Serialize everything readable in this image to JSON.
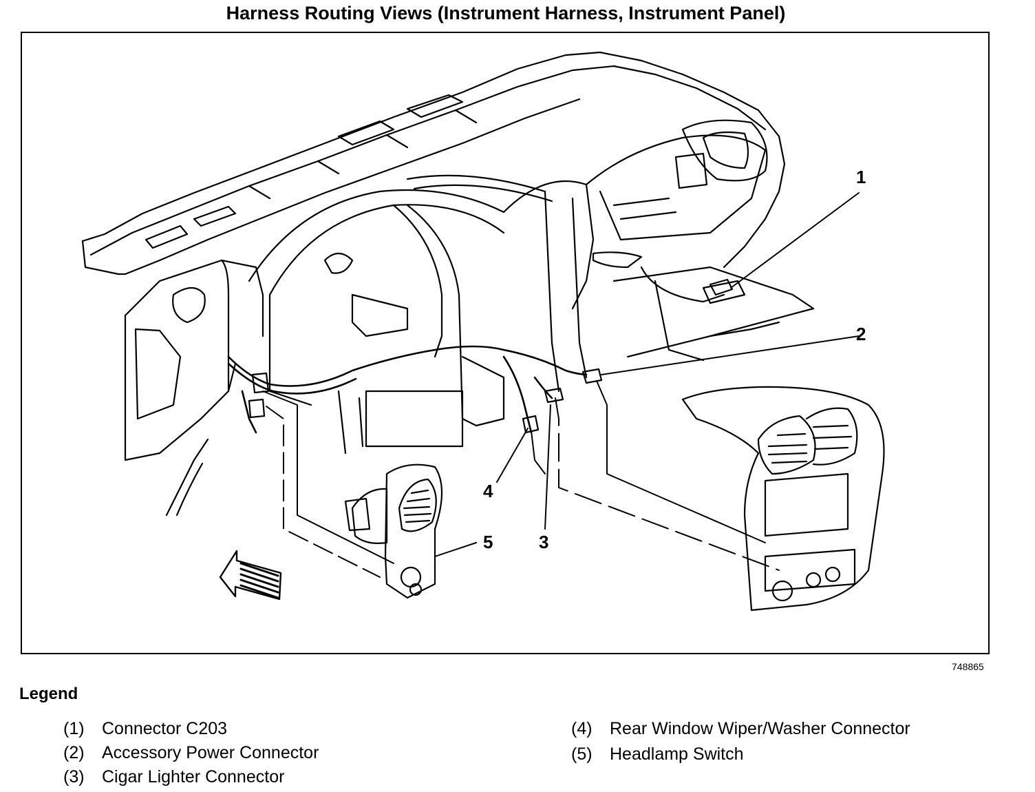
{
  "title": "Harness Routing Views (Instrument Harness, Instrument Panel)",
  "figure_number": "748865",
  "callouts": [
    "1",
    "2",
    "3",
    "4",
    "5"
  ],
  "legend": {
    "heading": "Legend",
    "items": [
      {
        "num": "(1)",
        "label": "Connector C203"
      },
      {
        "num": "(2)",
        "label": "Accessory Power Connector"
      },
      {
        "num": "(3)",
        "label": "Cigar Lighter Connector"
      },
      {
        "num": "(4)",
        "label": "Rear Window Wiper/Washer Connector"
      },
      {
        "num": "(5)",
        "label": "Headlamp Switch"
      }
    ]
  },
  "colors": {
    "line": "#000000",
    "background": "#ffffff"
  }
}
